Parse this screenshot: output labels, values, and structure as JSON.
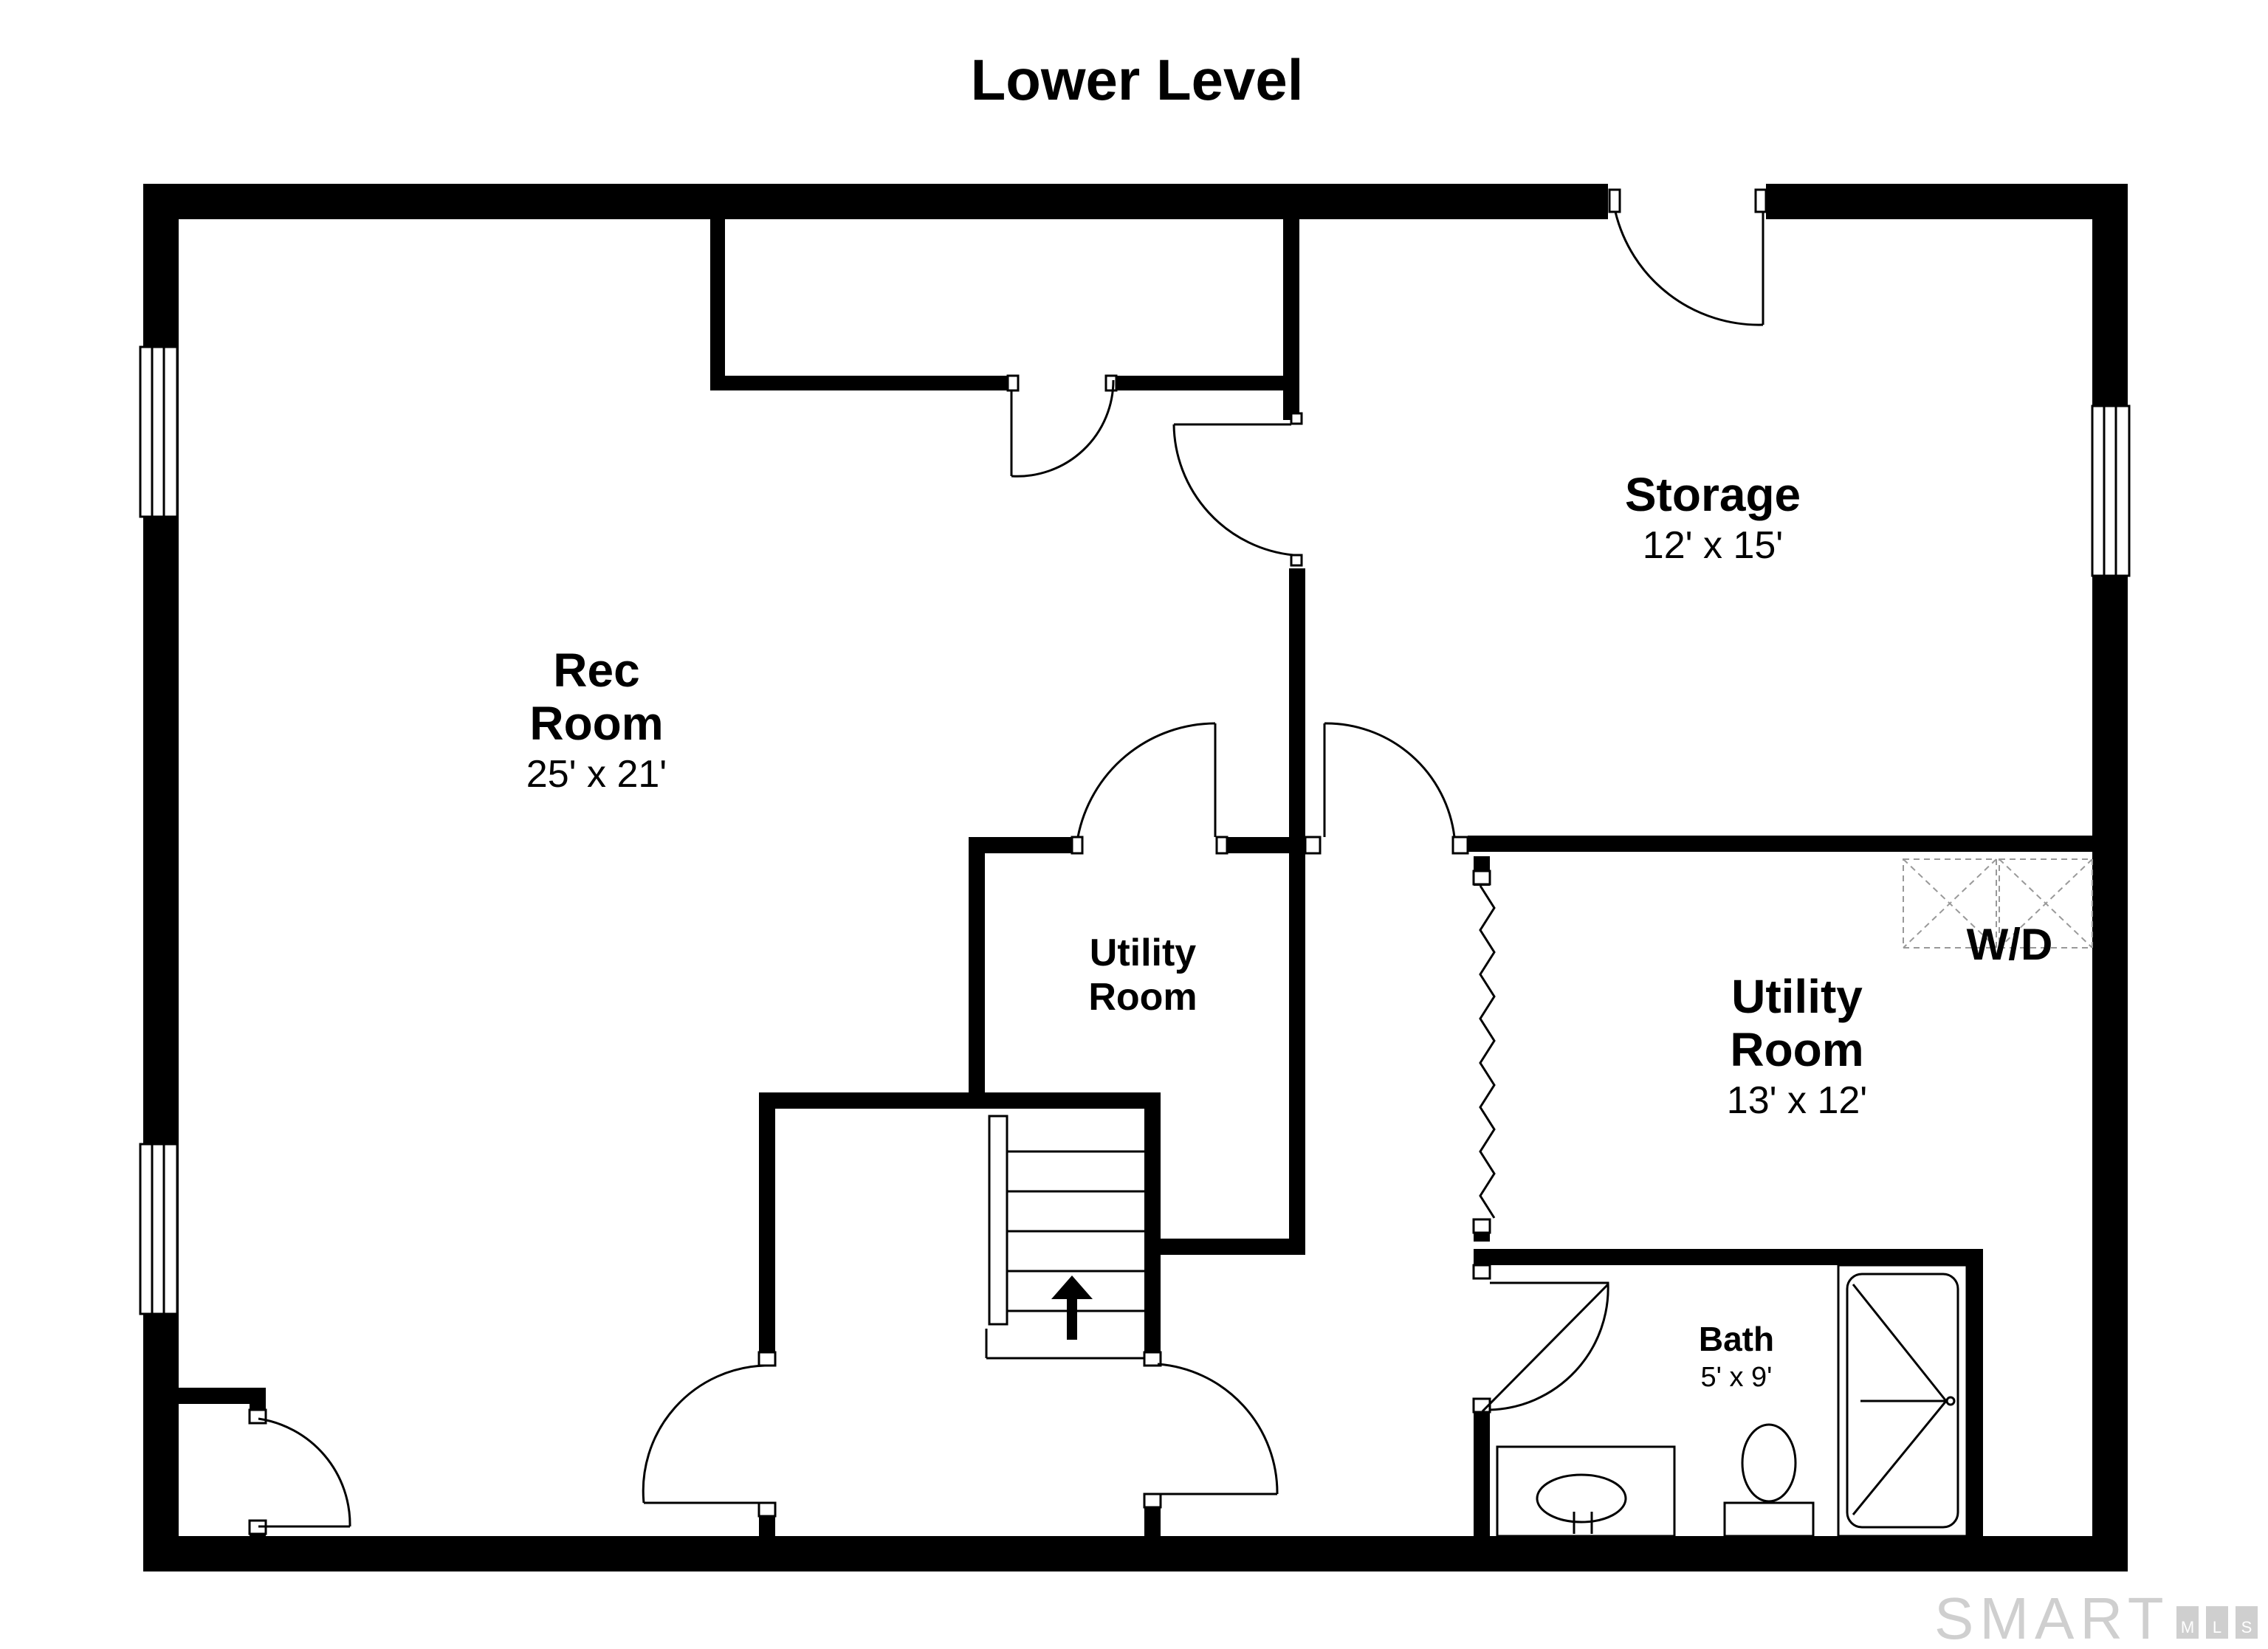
{
  "title": "Lower Level",
  "rooms": {
    "rec_room": {
      "name_line1": "Rec",
      "name_line2": "Room",
      "dims": "25' x 21'"
    },
    "storage": {
      "name": "Storage",
      "dims": "12' x 15'"
    },
    "utility_room_small": {
      "name_line1": "Utility",
      "name_line2": "Room"
    },
    "utility_room_large": {
      "name_line1": "Utility",
      "name_line2": "Room",
      "dims": "13' x 12'"
    },
    "bath": {
      "name": "Bath",
      "dims": "5' x 9'"
    }
  },
  "appliance_label": "W/D",
  "watermark": {
    "text": "SMART",
    "suffix": [
      "M",
      "L",
      "S"
    ]
  },
  "colors": {
    "wall": "#000000",
    "background": "#ffffff",
    "watermark": "#cfcfcf"
  }
}
